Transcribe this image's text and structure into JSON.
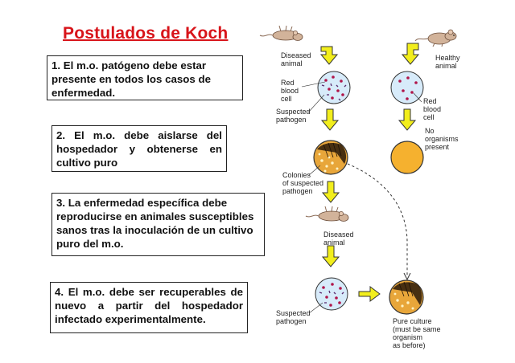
{
  "title": "Postulados de Koch",
  "postulates": [
    "1. El m.o. patógeno debe estar presente en todos los casos de enfermedad.",
    "2. El m.o. debe aislarse del hospedador y obtenerse en cultivo puro",
    "3. La enfermedad específica debe reproducirse en animales susceptibles sanos tras la inoculación de un cultivo puro del m.o.",
    "4. El m.o. debe ser recuperables de nuevo a partir del hospedador infectado experimentalmente."
  ],
  "diagram": {
    "diseased_animal_1": [
      "Diseased",
      "animal"
    ],
    "healthy_animal": [
      "Healthy",
      "animal"
    ],
    "red_blood_cell_left": [
      "Red",
      "blood",
      "cell"
    ],
    "red_blood_cell_right": [
      "Red",
      "blood",
      "cell"
    ],
    "suspected_pathogen_1": [
      "Suspected",
      "pathogen"
    ],
    "no_organisms": [
      "No",
      "organisms",
      "present"
    ],
    "colonies": [
      "Colonies",
      "of suspected",
      "pathogen"
    ],
    "diseased_animal_2": [
      "Diseased",
      "animal"
    ],
    "suspected_pathogen_2": [
      "Suspected",
      "pathogen"
    ],
    "pure_culture": [
      "Pure culture",
      "(must be same",
      "organism",
      "as before)"
    ]
  },
  "colors": {
    "title": "#d8141a",
    "arrow_fill": "#f2ee1c",
    "cell_fill": "#d7ebfa",
    "blood_cell": "#b0154a",
    "plate": "#e8a63a",
    "culture_yellow": "#f5b12f"
  }
}
